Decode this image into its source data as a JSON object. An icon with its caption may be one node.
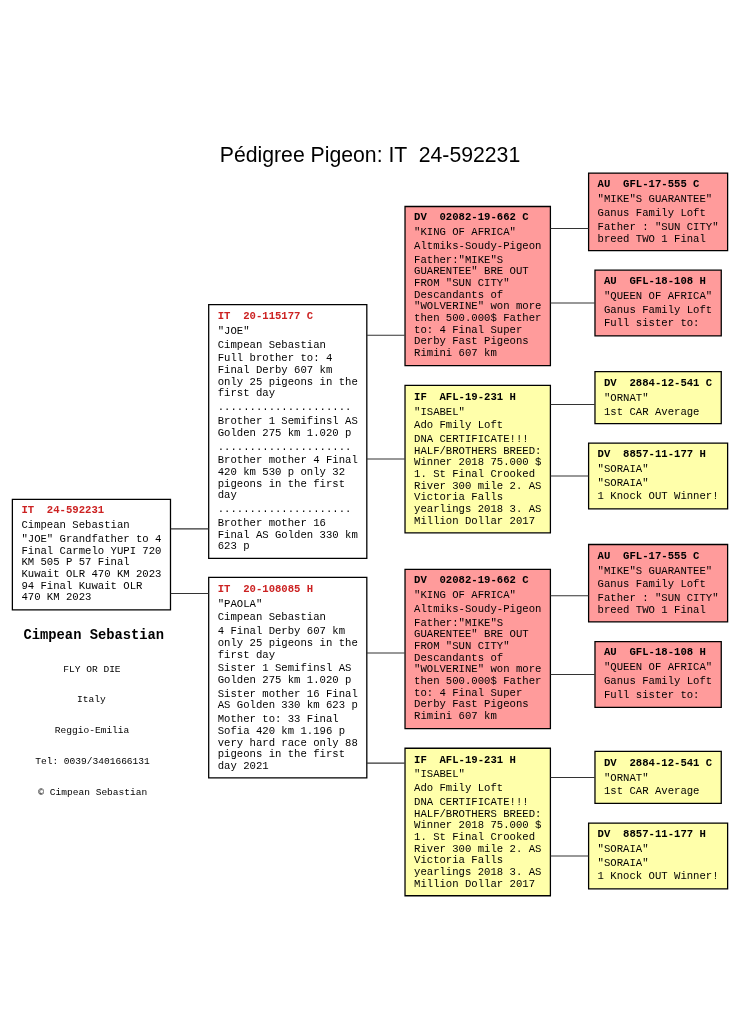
{
  "diagram": {
    "title": "Pédigree Pigeon: IT  24-592231",
    "nodes": [
      {
        "text": [
          "IT  24-592231",
          "Cimpean Sebastian",
          "\"JOE\" Grandfather to 4 Final Carmelo YUPI 720 KM 505 P 57 Final Kuwait OLR 470 KM 2023 94 Final Kuwait OLR 470 KM 2023"
        ]
      },
      {
        "text": [
          "IT  20-115177 C",
          "\"JOE\"",
          "Cimpean Sebastian",
          "Full brother to: 4 Final Derby 607 km only 25 pigeons in the first day",
          ".....................",
          "Brother 1 Semifinsl AS Golden 275 km 1.020 p",
          ".....................",
          "Brother mother 4 Final 420 km 530 p only 32 pigeons in the first day",
          ".....................",
          "Brother mother 16 Final AS Golden 330 km 623 p"
        ]
      },
      {
        "text": [
          "IT  20-108085 H",
          "\"PAOLA\"",
          "Cimpean Sebastian",
          "4 Final Derby 607 km only 25 pigeons in the first day",
          "Sister 1 Semifinsl AS Golden 275 km 1.020 p",
          "Sister mother 16 Final AS Golden 330 km 623 p",
          "Mother to: 33 Final Sofia 420 km 1.196 p  very hard race only 88 pigeons in the first day 2021"
        ]
      },
      {
        "text": [
          "DV  02082-19-662 C",
          "\"KING OF AFRICA\"",
          "Altmiks-Soudy-Pigeon",
          "Father:\"MIKE\"S GUARENTEE\" BRE OUT FROM \"SUN CITY\" Descandants of \"WOLVERINE\" won more then 500.000$ Father to: 4 Final Super Derby Fast Pigeons Rimini 607 km"
        ]
      },
      {
        "text": [
          "IF  AFL-19-231 H",
          "\"ISABEL\"",
          "Ado Fmily Loft",
          "DNA CERTIFICATE!!! HALF/BROTHERS BREED: Winner 2018 75.000 $ 1. St Final Crooked River 300 mile 2. AS Victoria Falls yearlings 2018 3. AS Million Dollar 2017"
        ]
      },
      {
        "text": [
          "DV  02082-19-662 C",
          "\"KING OF AFRICA\"",
          "Altmiks-Soudy-Pigeon",
          "Father:\"MIKE\"S GUARENTEE\" BRE OUT FROM \"SUN CITY\" Descandants of \"WOLVERINE\" won more then 500.000$ Father to: 4 Final Super Derby Fast Pigeons Rimini 607 km"
        ]
      },
      {
        "text": [
          "IF  AFL-19-231 H",
          "\"ISABEL\"",
          "Ado Fmily Loft",
          "DNA CERTIFICATE!!! HALF/BROTHERS BREED: Winner 2018 75.000 $ 1. St Final Crooked River 300 mile 2. AS Victoria Falls yearlings 2018 3. AS Million Dollar 2017"
        ]
      },
      {
        "text": [
          "AU  GFL-17-555 C",
          "\"MIKE\"S GUARANTEE\"",
          "Ganus Family Loft",
          "Father : \"SUN CITY\" breed TWO 1 Final"
        ]
      },
      {
        "text": [
          "AU  GFL-18-108 H",
          "\"QUEEN OF AFRICA\"",
          "Ganus Family Loft",
          "Full sister to:"
        ]
      },
      {
        "text": [
          "DV  2884-12-541 C",
          "\"ORNAT\"",
          "1st CAR Average"
        ]
      },
      {
        "text": [
          "DV  8857-11-177 H",
          "\"SORAIA\"",
          "\"SORAIA\"",
          "1 Knock OUT Winner!"
        ]
      },
      {
        "text": [
          "AU  GFL-17-555 C",
          "\"MIKE\"S GUARANTEE\"",
          "Ganus Family Loft",
          "Father : \"SUN CITY\" breed TWO 1 Final"
        ]
      },
      {
        "text": [
          "AU  GFL-18-108 H",
          "\"QUEEN OF AFRICA\"",
          "Ganus Family Loft",
          "Full sister to:"
        ]
      },
      {
        "text": [
          "DV  2884-12-541 C",
          "\"ORNAT\"",
          "1st CAR Average"
        ]
      },
      {
        "text": [
          "DV  8857-11-177 H",
          "\"SORAIA\"",
          "\"SORAIA\"",
          "1 Knock OUT Winner!"
        ]
      }
    ],
    "edges": [
      {
        "from": 0,
        "to": 1,
        "arrow": "none"
      },
      {
        "from": 0,
        "to": 2,
        "arrow": "none"
      },
      {
        "from": 1,
        "to": 3,
        "arrow": "none"
      },
      {
        "from": 1,
        "to": 4,
        "arrow": "none"
      },
      {
        "from": 2,
        "to": 5,
        "arrow": "none"
      },
      {
        "from": 2,
        "to": 6,
        "arrow": "none"
      },
      {
        "from": 3,
        "to": 7,
        "arrow": "none"
      },
      {
        "from": 3,
        "to": 8,
        "arrow": "none"
      },
      {
        "from": 4,
        "to": 9,
        "arrow": "none"
      },
      {
        "from": 4,
        "to": 10,
        "arrow": "none"
      },
      {
        "from": 5,
        "to": 11,
        "arrow": "none"
      },
      {
        "from": 5,
        "to": 12,
        "arrow": "none"
      },
      {
        "from": 6,
        "to": 13,
        "arrow": "none"
      },
      {
        "from": 6,
        "to": 14,
        "arrow": "none"
      }
    ],
    "labels": [
      "Cimpean Sebastian",
      "FLY OR DIE",
      "Italy",
      "Reggio-Emilia",
      "Tel: 0039/3401666131",
      "© Cimpean Sebastian"
    ]
  }
}
